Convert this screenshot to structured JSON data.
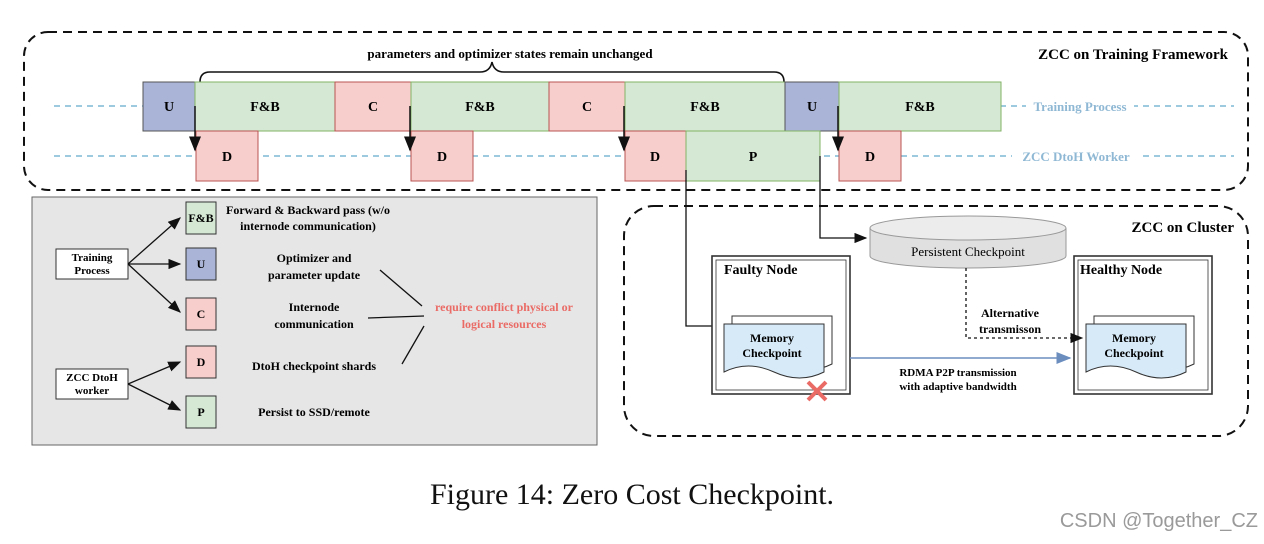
{
  "title_top": "ZCC on Training Framework",
  "brace_label": "parameters and optimizer states remain unchanged",
  "lanes": {
    "training": "Training Process",
    "dtoh": "ZCC DtoH Worker"
  },
  "blocks": {
    "U": "U",
    "FB": "F&B",
    "C": "C",
    "D": "D",
    "P": "P"
  },
  "legend": {
    "training_process": [
      "Training",
      "Process"
    ],
    "zcc_worker": [
      "ZCC DtoH",
      "worker"
    ],
    "fb_desc": [
      "Forward & Backward pass (w/o",
      "internode communication)"
    ],
    "u_desc": [
      "Optimizer and",
      "parameter update"
    ],
    "c_desc": [
      "Internode",
      "communication"
    ],
    "d_desc": "DtoH checkpoint shards",
    "p_desc": "Persist to SSD/remote",
    "conflict": [
      "require conflict physical or",
      "logical resources"
    ]
  },
  "cluster": {
    "title": "ZCC on Cluster",
    "persistent": "Persistent Checkpoint",
    "faulty": "Faulty Node",
    "healthy": "Healthy Node",
    "memory": [
      "Memory",
      "Checkpoint"
    ],
    "alternative": [
      "Alternative",
      "transmisson"
    ],
    "rdma": [
      "RDMA P2P transmission",
      "with adaptive bandwidth"
    ]
  },
  "colors": {
    "green": "#d5e8d4",
    "red": "#f8cecc",
    "blue": "#a9b4d6",
    "lane": "#7fb8d6",
    "conflict": "#ea6b66"
  },
  "caption": "Figure 14: Zero Cost Checkpoint.",
  "watermark": "CSDN @Together_CZ"
}
